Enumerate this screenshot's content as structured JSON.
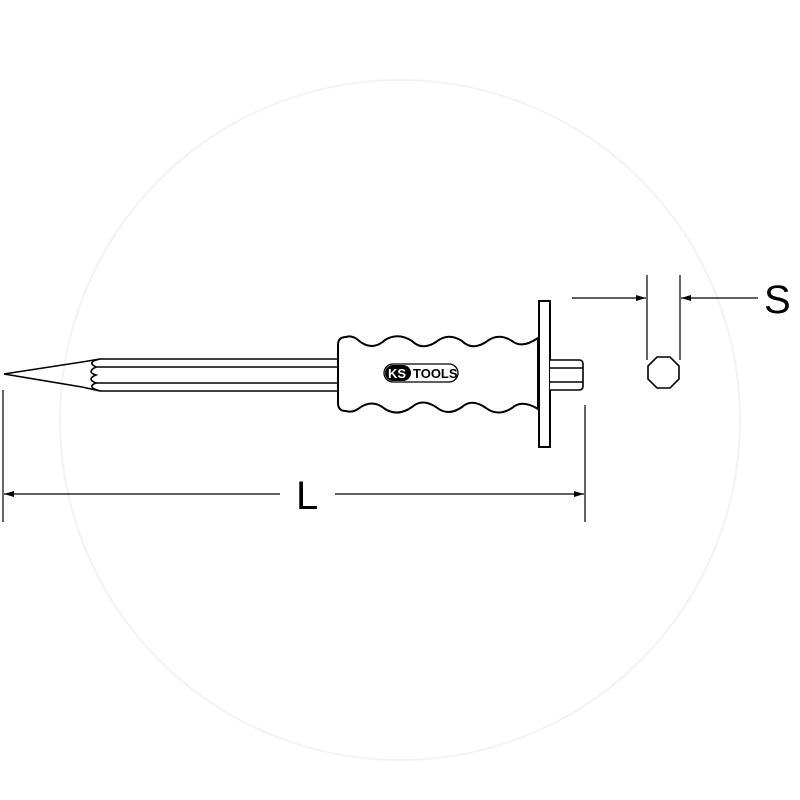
{
  "drawing": {
    "subject": "chisel",
    "logo": {
      "text": "KS TOOLS",
      "brand_mark": "KS",
      "wordmark": "TOOLS"
    },
    "dimensions": {
      "length_label": "L",
      "width_label": "S"
    },
    "colors": {
      "line": "#000000",
      "background": "#ffffff"
    }
  }
}
